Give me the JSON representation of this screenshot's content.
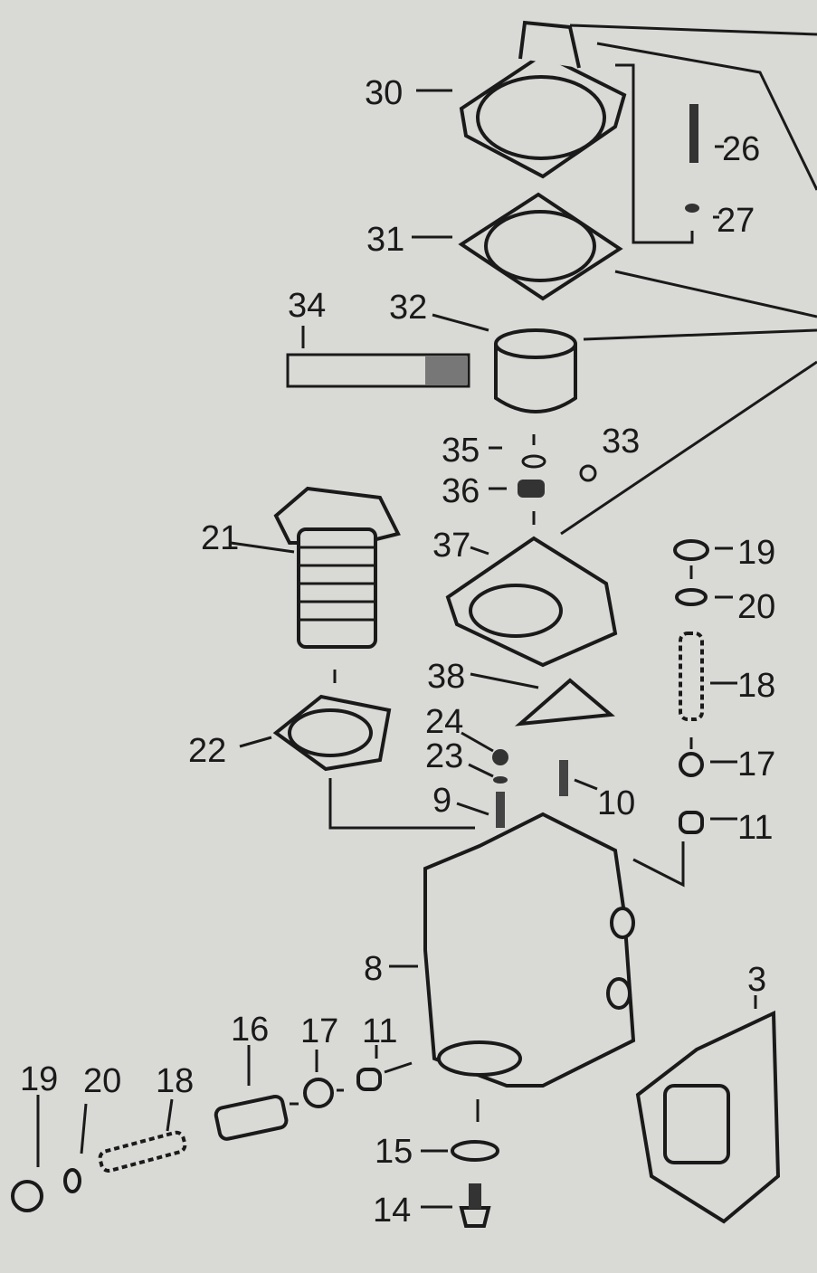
{
  "diagram": {
    "title": "",
    "background_color": "#d9d9d6",
    "line_color": "#1a1a1a",
    "part_labels": {
      "p30": "30",
      "p26": "26",
      "p27": "27",
      "p31": "31",
      "p34": "34",
      "p32": "32",
      "p35": "35",
      "p33": "33",
      "p36": "36",
      "p21": "21",
      "p37": "37",
      "p19a": "19",
      "p20a": "20",
      "p18a": "18",
      "p38": "38",
      "p24": "24",
      "p22": "22",
      "p23": "23",
      "p17a": "17",
      "p9": "9",
      "p10": "10",
      "p11a": "11",
      "p8": "8",
      "p3": "3",
      "p16": "16",
      "p17b": "17",
      "p11b": "11",
      "p19b": "19",
      "p20b": "20",
      "p18b": "18",
      "p15": "15",
      "p14": "14"
    }
  }
}
